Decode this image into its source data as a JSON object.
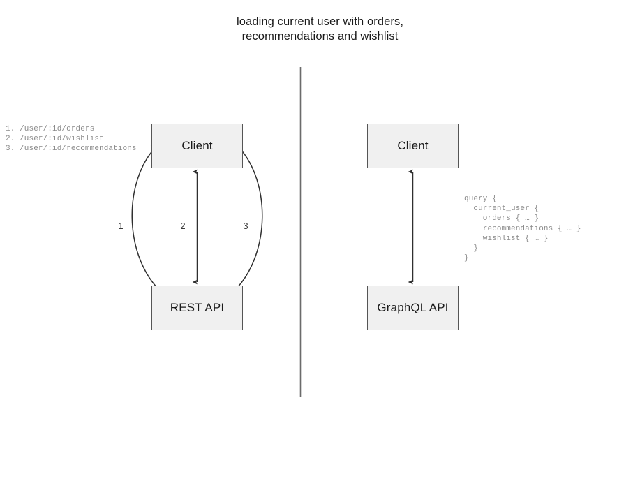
{
  "title": "loading current user with orders,\nrecommendations and wishlist",
  "divider": {
    "name": "vertical-divider",
    "color": "#6b6b6b"
  },
  "colors": {
    "node_fill": "#f0f0f0",
    "node_border": "#555555",
    "edge": "#3a3a3a",
    "code_text": "#8a8a8a",
    "title_text": "#1a1a1a",
    "background": "#ffffff"
  },
  "left_panel": {
    "name": "rest-approach",
    "nodes": {
      "client": "Client",
      "api": "REST API"
    },
    "edges": [
      {
        "id": "1",
        "label": "1",
        "style": "curved-left",
        "direction": "bidirectional"
      },
      {
        "id": "2",
        "label": "2",
        "style": "straight",
        "direction": "bidirectional"
      },
      {
        "id": "3",
        "label": "3",
        "style": "curved-right",
        "direction": "bidirectional"
      }
    ],
    "endpoints_annotation": "1. /user/:id/orders\n2. /user/:id/wishlist\n3. /user/:id/recommendations"
  },
  "right_panel": {
    "name": "graphql-approach",
    "nodes": {
      "client": "Client",
      "api": "GraphQL API"
    },
    "edges": [
      {
        "id": "q",
        "label": "",
        "style": "straight",
        "direction": "bidirectional"
      }
    ],
    "query_annotation": "query {\n  current_user {\n    orders { … }\n    recommendations { … }\n    wishlist { … }\n  }\n}"
  }
}
